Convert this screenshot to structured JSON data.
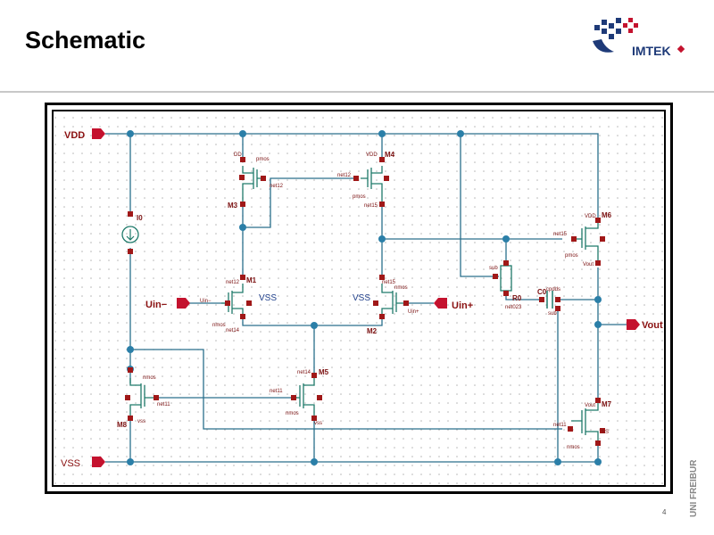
{
  "slide": {
    "title": "Schematic",
    "page_number": "4",
    "logo_text": "IMTEK",
    "university_text": "UNI FREIBURG"
  },
  "pins": {
    "vdd": "VDD",
    "vss": "VSS",
    "uin_minus": "Uin−",
    "uin_plus": "Uin+",
    "vout": "Vout"
  },
  "components": {
    "m1": "M1",
    "m2": "M2",
    "m3": "M3",
    "m4": "M4",
    "m5": "M5",
    "m6": "M6",
    "m7": "M7",
    "m8": "M8",
    "i0": "I0",
    "r0": "R0",
    "c0": "C0"
  },
  "labels": {
    "pmos": "pmos",
    "nmos": "nmos",
    "vss_label": "VSS",
    "vss_small": "vss",
    "vdd_small": "VDD",
    "dd": "DD",
    "net11": "net11",
    "net12": "net12",
    "net14": "net14",
    "net15": "net15",
    "net023": "net023",
    "sub": "sub",
    "vout_small": "Vout",
    "uin_minus_small": "Uin−",
    "uin_plus_small": "Uin+",
    "ss": "SS",
    "cpdds": "cpdds"
  },
  "colors": {
    "wire": "#2a6f8c",
    "device": "#1f7a6a",
    "pin": "#c4122e",
    "terminal": "#a01818",
    "node": "#2b7fa8",
    "label": "#7a1010",
    "grid_dot": "#b5b5b5"
  }
}
